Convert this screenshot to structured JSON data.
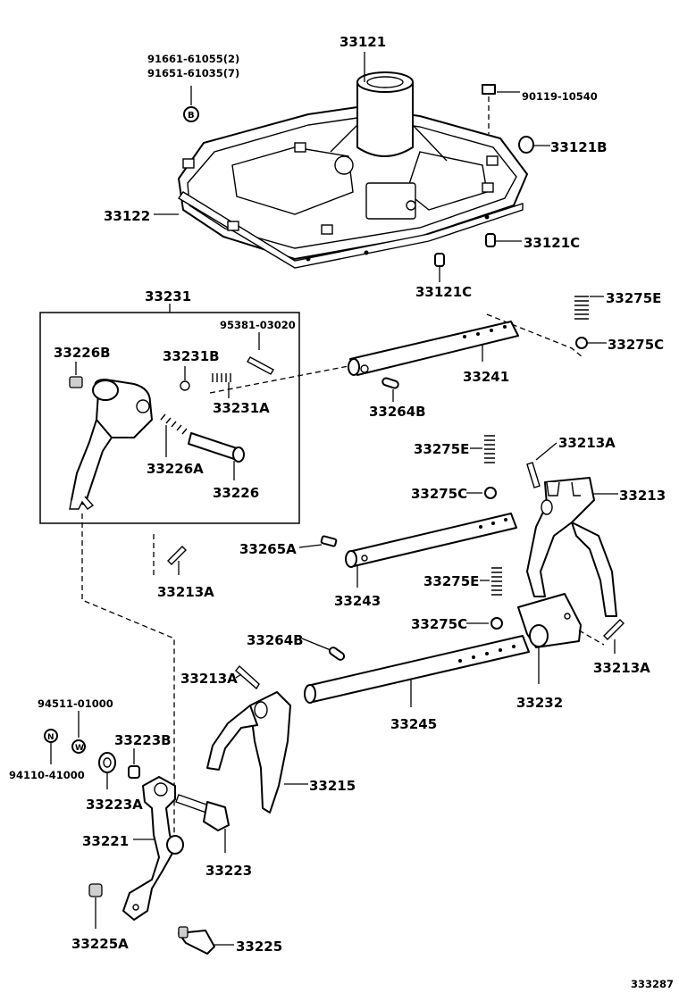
{
  "labels": {
    "p33121": "33121",
    "p91661": "91661-61055(2)",
    "p91651": "91651-61035(7)",
    "b_mark": "B",
    "p90119": "90119-10540",
    "p33121B": "33121B",
    "p33122": "33122",
    "p33121C_a": "33121C",
    "p33121C_b": "33121C",
    "p33275E_a": "33275E",
    "p33275C_a": "33275C",
    "p33231": "33231",
    "p95381": "95381-03020",
    "p33226B": "33226B",
    "p33231B": "33231B",
    "p33231A": "33231A",
    "p33226A": "33226A",
    "p33226": "33226",
    "p33241": "33241",
    "p33264B_a": "33264B",
    "p33275E_b": "33275E",
    "p33213A_a": "33213A",
    "p33213": "33213",
    "p33275C_b": "33275C",
    "p33265A": "33265A",
    "p33243": "33243",
    "p33275E_c": "33275E",
    "p33213A_b": "33213A",
    "p33275C_c": "33275C",
    "p33264B_b": "33264B",
    "p33232": "33232",
    "p33213A_c": "33213A",
    "p33213A_d": "33213A",
    "p33245": "33245",
    "p94511": "94511-01000",
    "n_mark": "N",
    "w_mark": "W",
    "p33223B": "33223B",
    "p94110": "94110-41000",
    "p33223A": "33223A",
    "p33215": "33215",
    "p33221": "33221",
    "p33223": "33223",
    "p33225A": "33225A",
    "p33225": "33225",
    "figure_id": "333287"
  }
}
